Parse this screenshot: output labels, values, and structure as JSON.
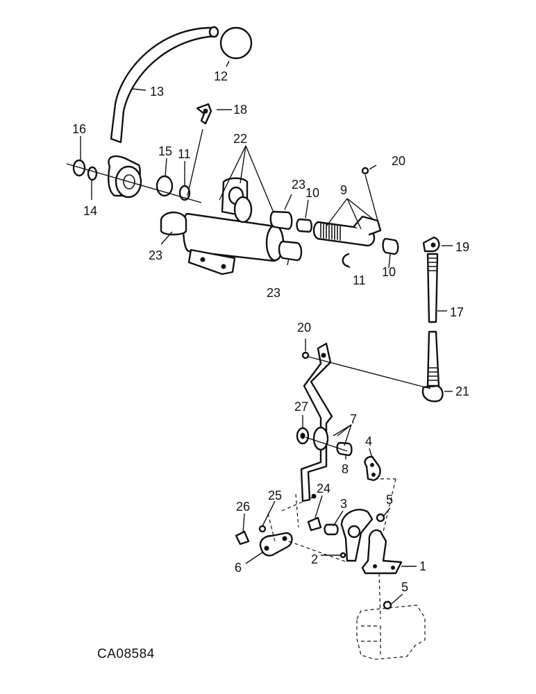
{
  "figure": {
    "drawing_code": "CA08584"
  },
  "callouts": [
    "1",
    "2",
    "3",
    "4",
    "5",
    "5",
    "6",
    "7",
    "8",
    "9",
    "10",
    "10",
    "11",
    "11",
    "12",
    "13",
    "14",
    "15",
    "16",
    "17",
    "18",
    "19",
    "20",
    "20",
    "21",
    "22",
    "23",
    "23",
    "23",
    "24",
    "25",
    "26",
    "27"
  ]
}
